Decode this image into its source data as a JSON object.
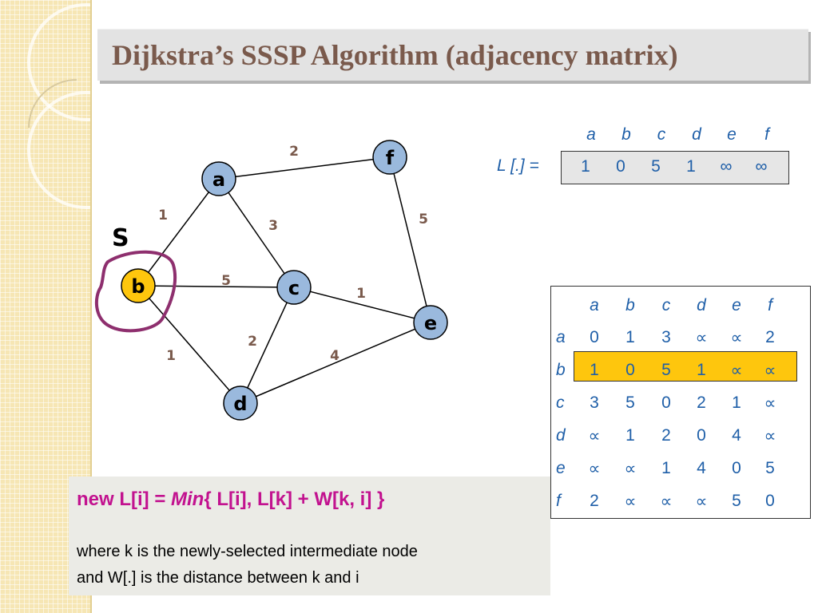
{
  "title": "Dijkstra’s SSSP Algorithm  (adjacency matrix)",
  "source_label": "S",
  "graph": {
    "nodes": [
      {
        "id": "a",
        "label": "a",
        "highlight": false
      },
      {
        "id": "f",
        "label": "f",
        "highlight": false
      },
      {
        "id": "b",
        "label": "b",
        "highlight": true
      },
      {
        "id": "c",
        "label": "c",
        "highlight": false
      },
      {
        "id": "e",
        "label": "e",
        "highlight": false
      },
      {
        "id": "d",
        "label": "d",
        "highlight": false
      }
    ],
    "edges": [
      {
        "from": "a",
        "to": "f",
        "weight": "2"
      },
      {
        "from": "a",
        "to": "b",
        "weight": "1"
      },
      {
        "from": "a",
        "to": "c",
        "weight": "3"
      },
      {
        "from": "f",
        "to": "e",
        "weight": "5"
      },
      {
        "from": "b",
        "to": "c",
        "weight": "5"
      },
      {
        "from": "c",
        "to": "e",
        "weight": "1"
      },
      {
        "from": "b",
        "to": "d",
        "weight": "1"
      },
      {
        "from": "c",
        "to": "d",
        "weight": "2"
      },
      {
        "from": "d",
        "to": "e",
        "weight": "4"
      }
    ]
  },
  "colors": {
    "node_fill": "#9ab9dd",
    "source_fill": "#fec60d",
    "source_outline": "#8e2f6e",
    "highlight_row": "#fec60d",
    "formula": "#c2128f",
    "table_text": "#1f5fa8"
  },
  "L": {
    "label": "L [.] =",
    "headers": [
      "a",
      "b",
      "c",
      "d",
      "e",
      "f"
    ],
    "values": [
      "1",
      "0",
      "5",
      "1",
      "∞",
      "∞"
    ]
  },
  "matrix": {
    "headers": [
      "a",
      "b",
      "c",
      "d",
      "e",
      "f"
    ],
    "highlight_row": 1,
    "rows": [
      {
        "label": "a",
        "cells": [
          "0",
          "1",
          "3",
          "∝",
          "∝",
          "2"
        ]
      },
      {
        "label": "b",
        "cells": [
          "1",
          "0",
          "5",
          "1",
          "∝",
          "∝"
        ]
      },
      {
        "label": "c",
        "cells": [
          "3",
          "5",
          "0",
          "2",
          "1",
          "∝"
        ]
      },
      {
        "label": "d",
        "cells": [
          "∝",
          "1",
          "2",
          "0",
          "4",
          "∝"
        ]
      },
      {
        "label": "e",
        "cells": [
          "∝",
          "∝",
          "1",
          "4",
          "0",
          "5"
        ]
      },
      {
        "label": "f",
        "cells": [
          "2",
          "∝",
          "∝",
          "∝",
          "5",
          "0"
        ]
      }
    ]
  },
  "formula": {
    "prefix": "new L[i] = ",
    "min": "Min",
    "suffix": "{ L[i],  L[k] + W[k, i] }"
  },
  "note": {
    "line1": "where k is the newly-selected intermediate node",
    "line2": "and W[.] is the distance between k and i"
  }
}
